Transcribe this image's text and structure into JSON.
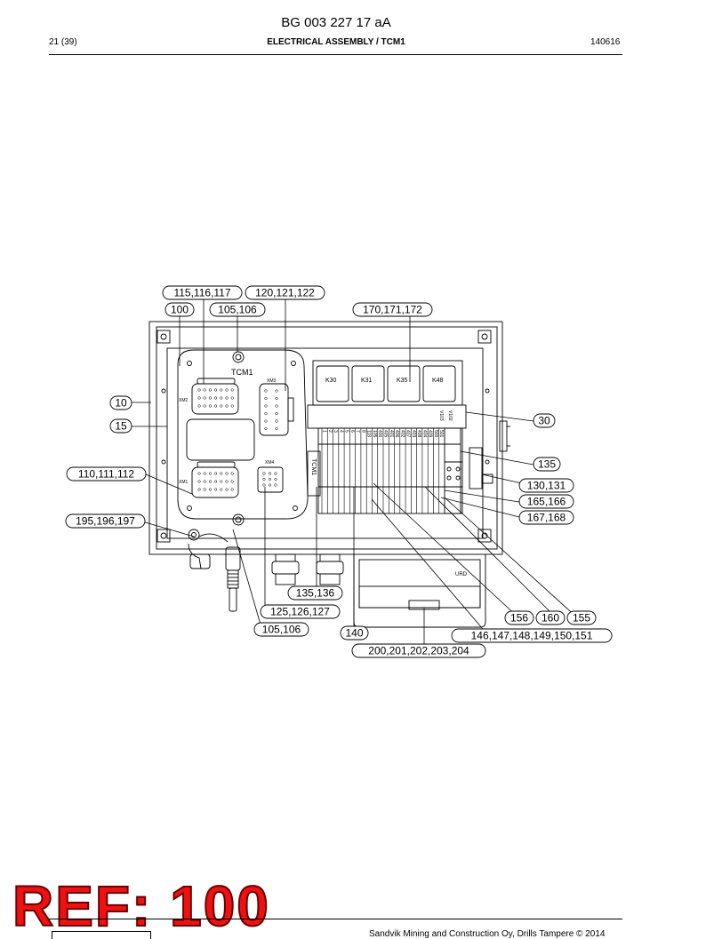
{
  "header": {
    "doc_number": "BG 003 227 17 aA",
    "page": "21 (39)",
    "title": "ELECTRICAL ASSEMBLY / TCM1",
    "date": "140616"
  },
  "diagram": {
    "board_labels": {
      "tcm": "TCM1",
      "xm2": "XM2",
      "xm3": "XM3",
      "xm1": "XM1",
      "xm4": "XM4",
      "terminal_block": "TCM1",
      "v102": "V102",
      "v103": "V103",
      "urd": "URD"
    },
    "relays": [
      "K30",
      "K31",
      "K35",
      "K48"
    ],
    "terminals": [
      "1",
      "2",
      "3",
      "4",
      "5",
      "6",
      "7",
      "8",
      "118",
      "105",
      "400",
      "405",
      "401",
      "406",
      "402",
      "407",
      "403",
      "408",
      "404",
      "409",
      "500",
      "501"
    ],
    "callouts": {
      "c115": "115,116,117",
      "c120": "120,121,122",
      "c100": "100",
      "c105_top": "105,106",
      "c170": "170,171,172",
      "c10": "10",
      "c15": "15",
      "c30": "30",
      "c135": "135",
      "c110": "110,111,112",
      "c130": "130,131",
      "c165": "165,166",
      "c167": "167,168",
      "c195": "195,196,197",
      "c135_136": "135,136",
      "c125": "125,126,127",
      "c156": "156",
      "c160": "160",
      "c155": "155",
      "c105_bot": "105,106",
      "c140": "140",
      "c146": "146,147,148,149,150,151",
      "c200": "200,201,202,203,204"
    }
  },
  "stamp": {
    "text": "REF: 100"
  },
  "footer": {
    "copyright": "Sandvik Mining and Construction Oy, Drills Tampere © 2014"
  }
}
